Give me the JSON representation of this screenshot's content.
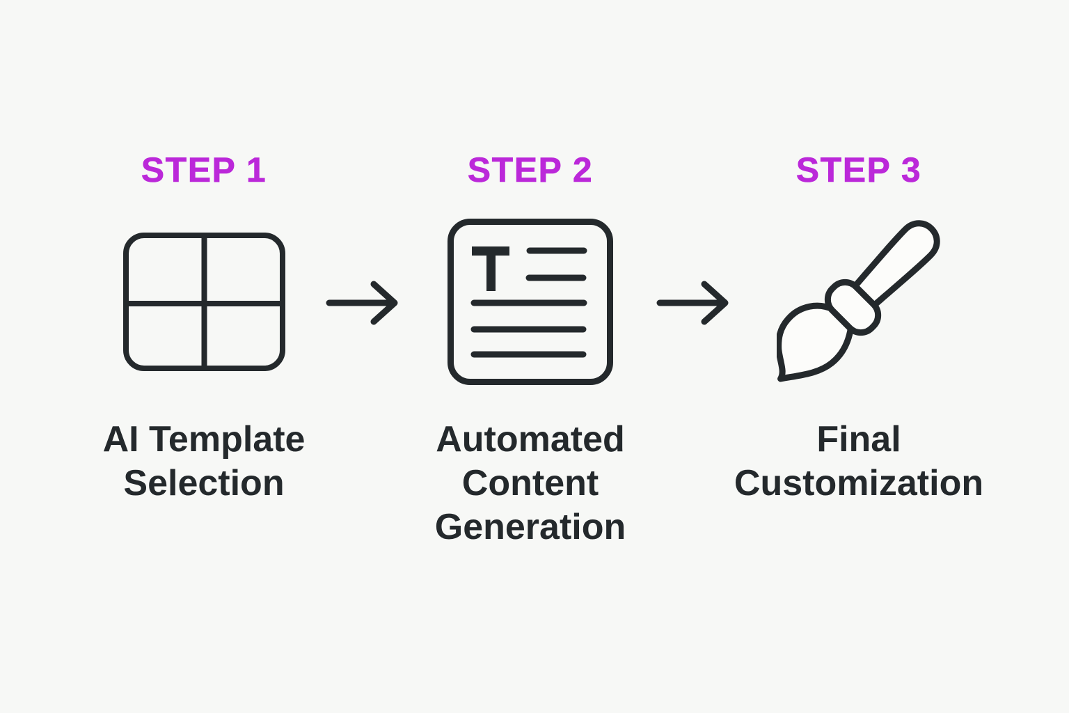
{
  "colors": {
    "background": "#f7f8f6",
    "ink": "#24292c",
    "step_label": "#bb28d9",
    "icon_fill": "#fcfcfa"
  },
  "steps": [
    {
      "label": "STEP 1",
      "icon": "template-grid-icon",
      "caption_lines": [
        "AI Template",
        "Selection"
      ]
    },
    {
      "label": "STEP 2",
      "icon": "document-text-icon",
      "caption_lines": [
        "Automated",
        "Content",
        "Generation"
      ]
    },
    {
      "label": "STEP 3",
      "icon": "paintbrush-icon",
      "caption_lines": [
        "Final",
        "Customization"
      ]
    }
  ],
  "connectors": [
    {
      "icon": "arrow-right-icon"
    },
    {
      "icon": "arrow-right-icon"
    }
  ]
}
